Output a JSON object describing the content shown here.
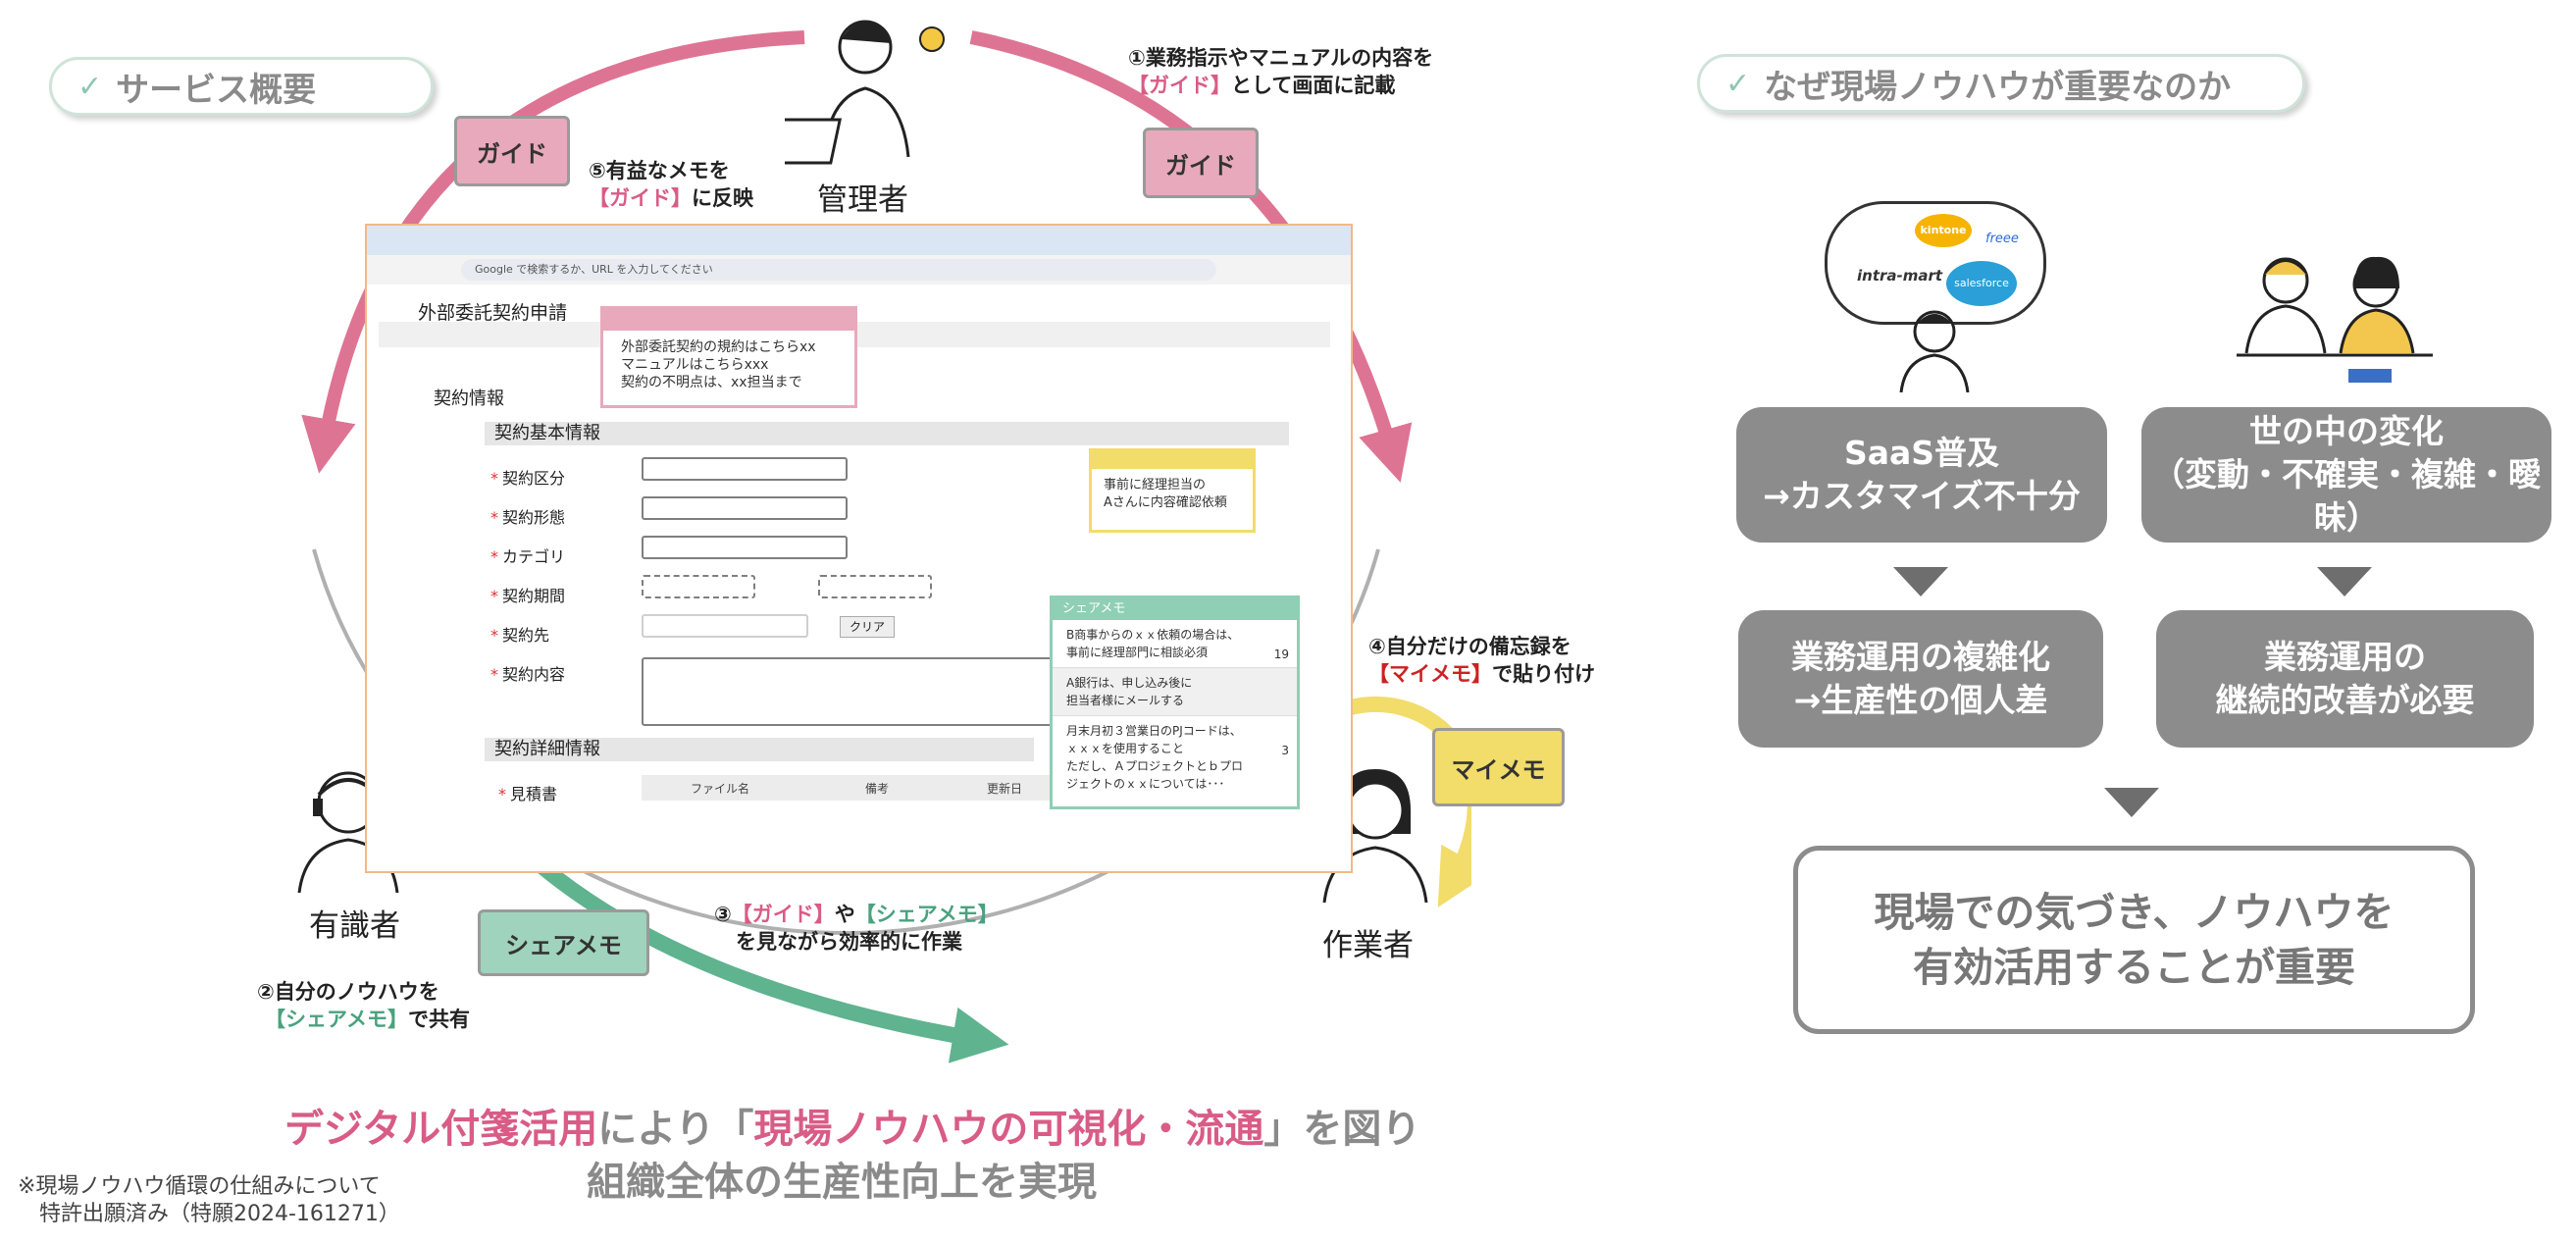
{
  "left_section": {
    "pill_title": "サービス概要",
    "roles": {
      "manager": "管理者",
      "expert": "有識者",
      "worker": "作業者"
    },
    "tags": {
      "guide_left": "ガイド",
      "guide_right": "ガイド",
      "share_memo": "シェアメモ",
      "my_memo": "マイメモ"
    },
    "steps": {
      "s1_line1": "①業務指示やマニュアルの内容を",
      "s1_line2_tag": "【ガイド】",
      "s1_line2_rest": "として画面に記載",
      "s2_line1": "②自分のノウハウを",
      "s2_line2_tag": "【シェアメモ】",
      "s2_line2_rest": "で共有",
      "s3_line1_num": "③",
      "s3_line1_tag1": "【ガイド】",
      "s3_line1_mid": "や",
      "s3_line1_tag2": "【シェアメモ】",
      "s3_line2": "を見ながら効率的に作業",
      "s4_line1": "④自分だけの備忘録を",
      "s4_line2_tag": "【マイメモ】",
      "s4_line2_rest": "で貼り付け",
      "s5_line1": "⑤有益なメモを",
      "s5_line2_tag": "【ガイド】",
      "s5_line2_rest": "に反映"
    },
    "browser": {
      "address_text": "Google で検索するか、URL を入力してください",
      "page_title": "外部委託契約申請",
      "section_contract": "契約情報",
      "section_basic": "契約基本情報",
      "section_detail": "契約詳細情報",
      "fields": [
        "契約区分",
        "契約形態",
        "カテゴリ",
        "契約期間",
        "契約先",
        "契約内容"
      ],
      "estimate_label": "見積書",
      "clear_button": "クリア",
      "table_headers": [
        "ファイル名",
        "備考",
        "更新日"
      ],
      "guide_popup_lines": [
        "外部委託契約の規約はこちらxx",
        "マニュアルはこちらxxx",
        "契約の不明点は、xx担当まで"
      ],
      "my_memo_lines": [
        "事前に経理担当の",
        "Aさんに内容確認依頼"
      ],
      "share_memo_title": "シェアメモ",
      "share_memo_items": [
        {
          "lines": [
            "B商事からのｘｘ依頼の場合は、",
            "事前に経理部門に相談必須"
          ],
          "count": "19"
        },
        {
          "lines": [
            "A銀行は、申し込み後に",
            "担当者様にメールする"
          ],
          "count": ""
        },
        {
          "lines": [
            "月末月初３営業日のPJコードは、",
            "ｘｘｘを使用すること",
            "ただし、Ａプロジェクトとｂプロ",
            "ジェクトのｘｘについては･･･"
          ],
          "count": "3"
        }
      ]
    },
    "bottom_line1_pink1": "デジタル付箋活用",
    "bottom_line1_gray1": "により「",
    "bottom_line1_pink2": "現場ノウハウの可視化・流通",
    "bottom_line1_gray2": "」を図り",
    "bottom_line2": "組織全体の生産性向上を実現",
    "footnote_line1": "※現場ノウハウ循環の仕組みについて",
    "footnote_line2": "特許出願済み（特願2024-161271）"
  },
  "right_section": {
    "pill_title": "なぜ現場ノウハウが重要なのか",
    "logos": [
      "kintone",
      "intra-mart",
      "salesforce",
      "freee"
    ],
    "box1_line1": "SaaS普及",
    "box1_line2": "→カスタマイズ不十分",
    "box2_line1": "世の中の変化",
    "box2_line2": "（変動・不確実・複雑・曖昧）",
    "box3_line1": "業務運用の複雑化",
    "box3_line2": "→生産性の個人差",
    "box4_line1": "業務運用の",
    "box4_line2": "継続的改善が必要",
    "conclusion_line1": "現場での気づき、ノウハウを",
    "conclusion_line2": "有効活用することが重要"
  },
  "colors": {
    "pink": "#d85c86",
    "green": "#5fb38f",
    "yellow": "#f2dc6a",
    "gray": "#8c8c8c"
  }
}
